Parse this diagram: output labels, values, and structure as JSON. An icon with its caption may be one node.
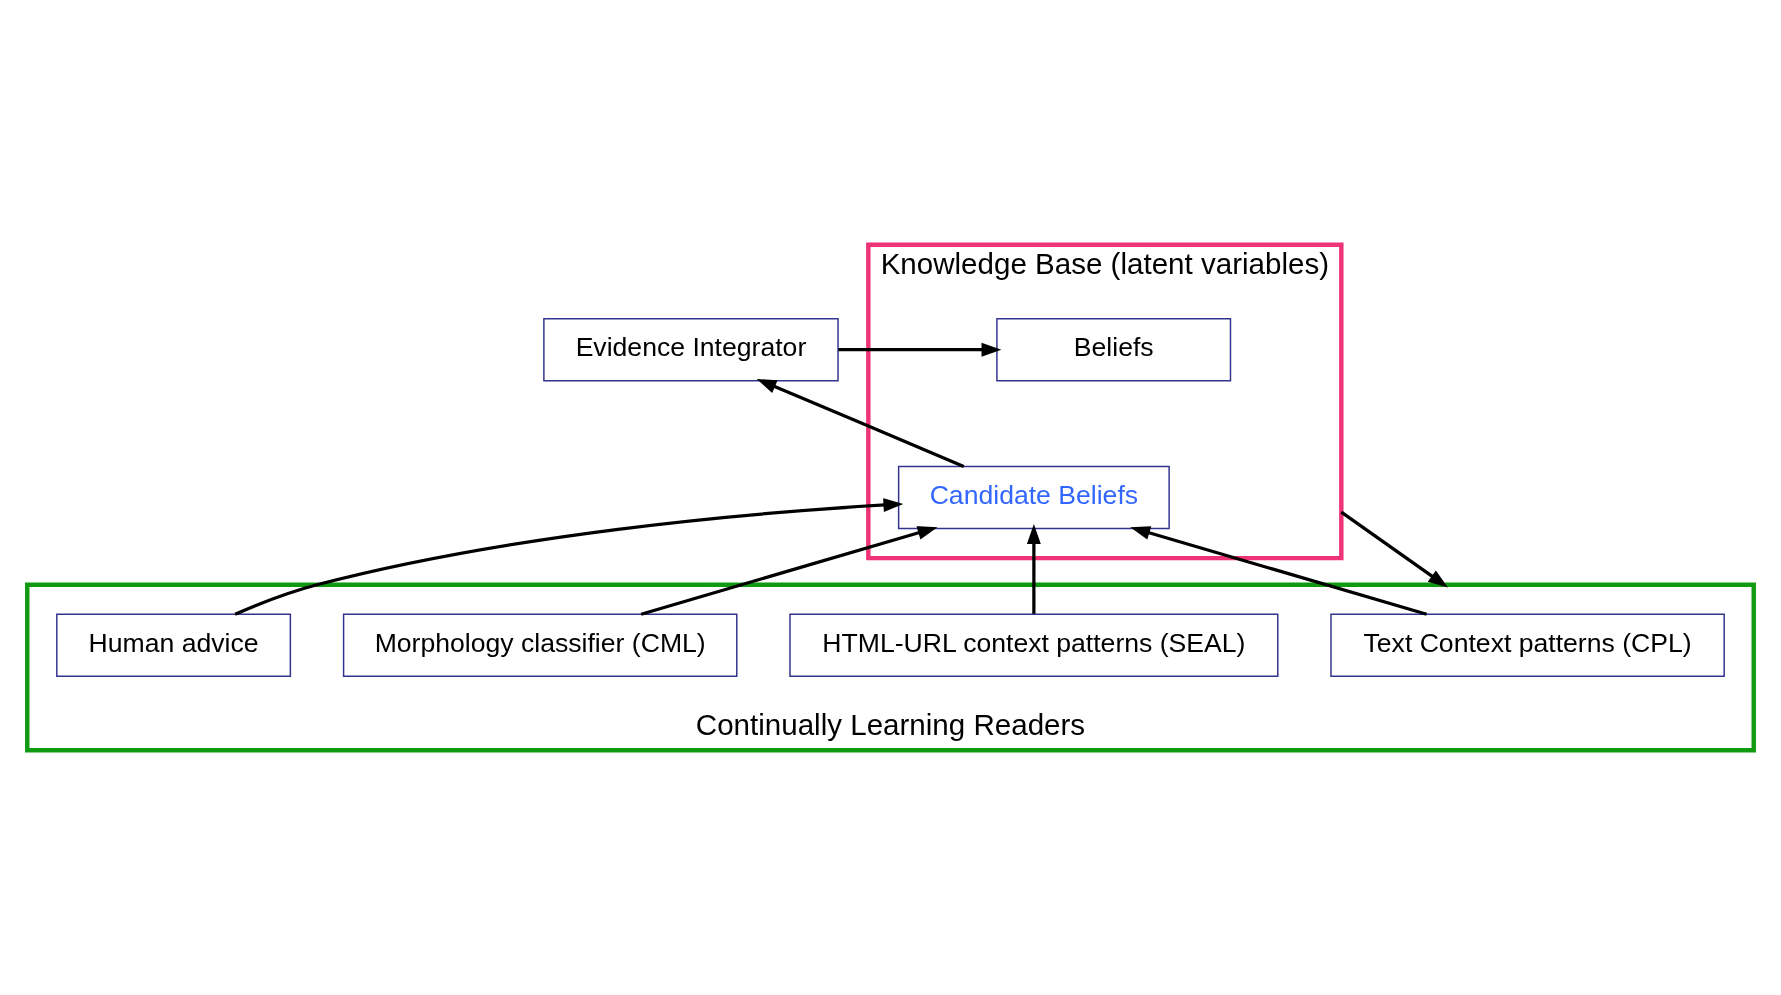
{
  "diagram": {
    "nodes": [
      {
        "text": [
          "Knowledge Base (latent variables)"
        ]
      },
      {
        "text": [
          "Beliefs"
        ],
        "in": 0
      },
      {
        "text": [
          "Candidate Beliefs"
        ],
        "in": 0
      },
      {
        "text": [
          "Evidence Integrator"
        ]
      },
      {
        "text": [
          "Continually Learning Readers"
        ]
      },
      {
        "text": [
          "Text Context patterns (CPL)"
        ],
        "in": 4
      },
      {
        "text": [
          "HTML-URL context patterns (SEAL)"
        ],
        "in": 4
      },
      {
        "text": [
          "Morphology classifier (CML)"
        ],
        "in": 4
      },
      {
        "text": [
          "Human advice"
        ],
        "in": 4
      }
    ],
    "edges": [
      {
        "from": 0,
        "to": 4,
        "arrow": "to"
      },
      {
        "from": 3,
        "to": 1,
        "arrow": "to"
      },
      {
        "from": 2,
        "to": 3,
        "arrow": "to"
      },
      {
        "from": 5,
        "to": 2,
        "arrow": "to"
      },
      {
        "from": 6,
        "to": 2,
        "arrow": "to"
      },
      {
        "from": 7,
        "to": 2,
        "arrow": "to"
      },
      {
        "from": 8,
        "to": 2,
        "arrow": "to"
      }
    ]
  }
}
